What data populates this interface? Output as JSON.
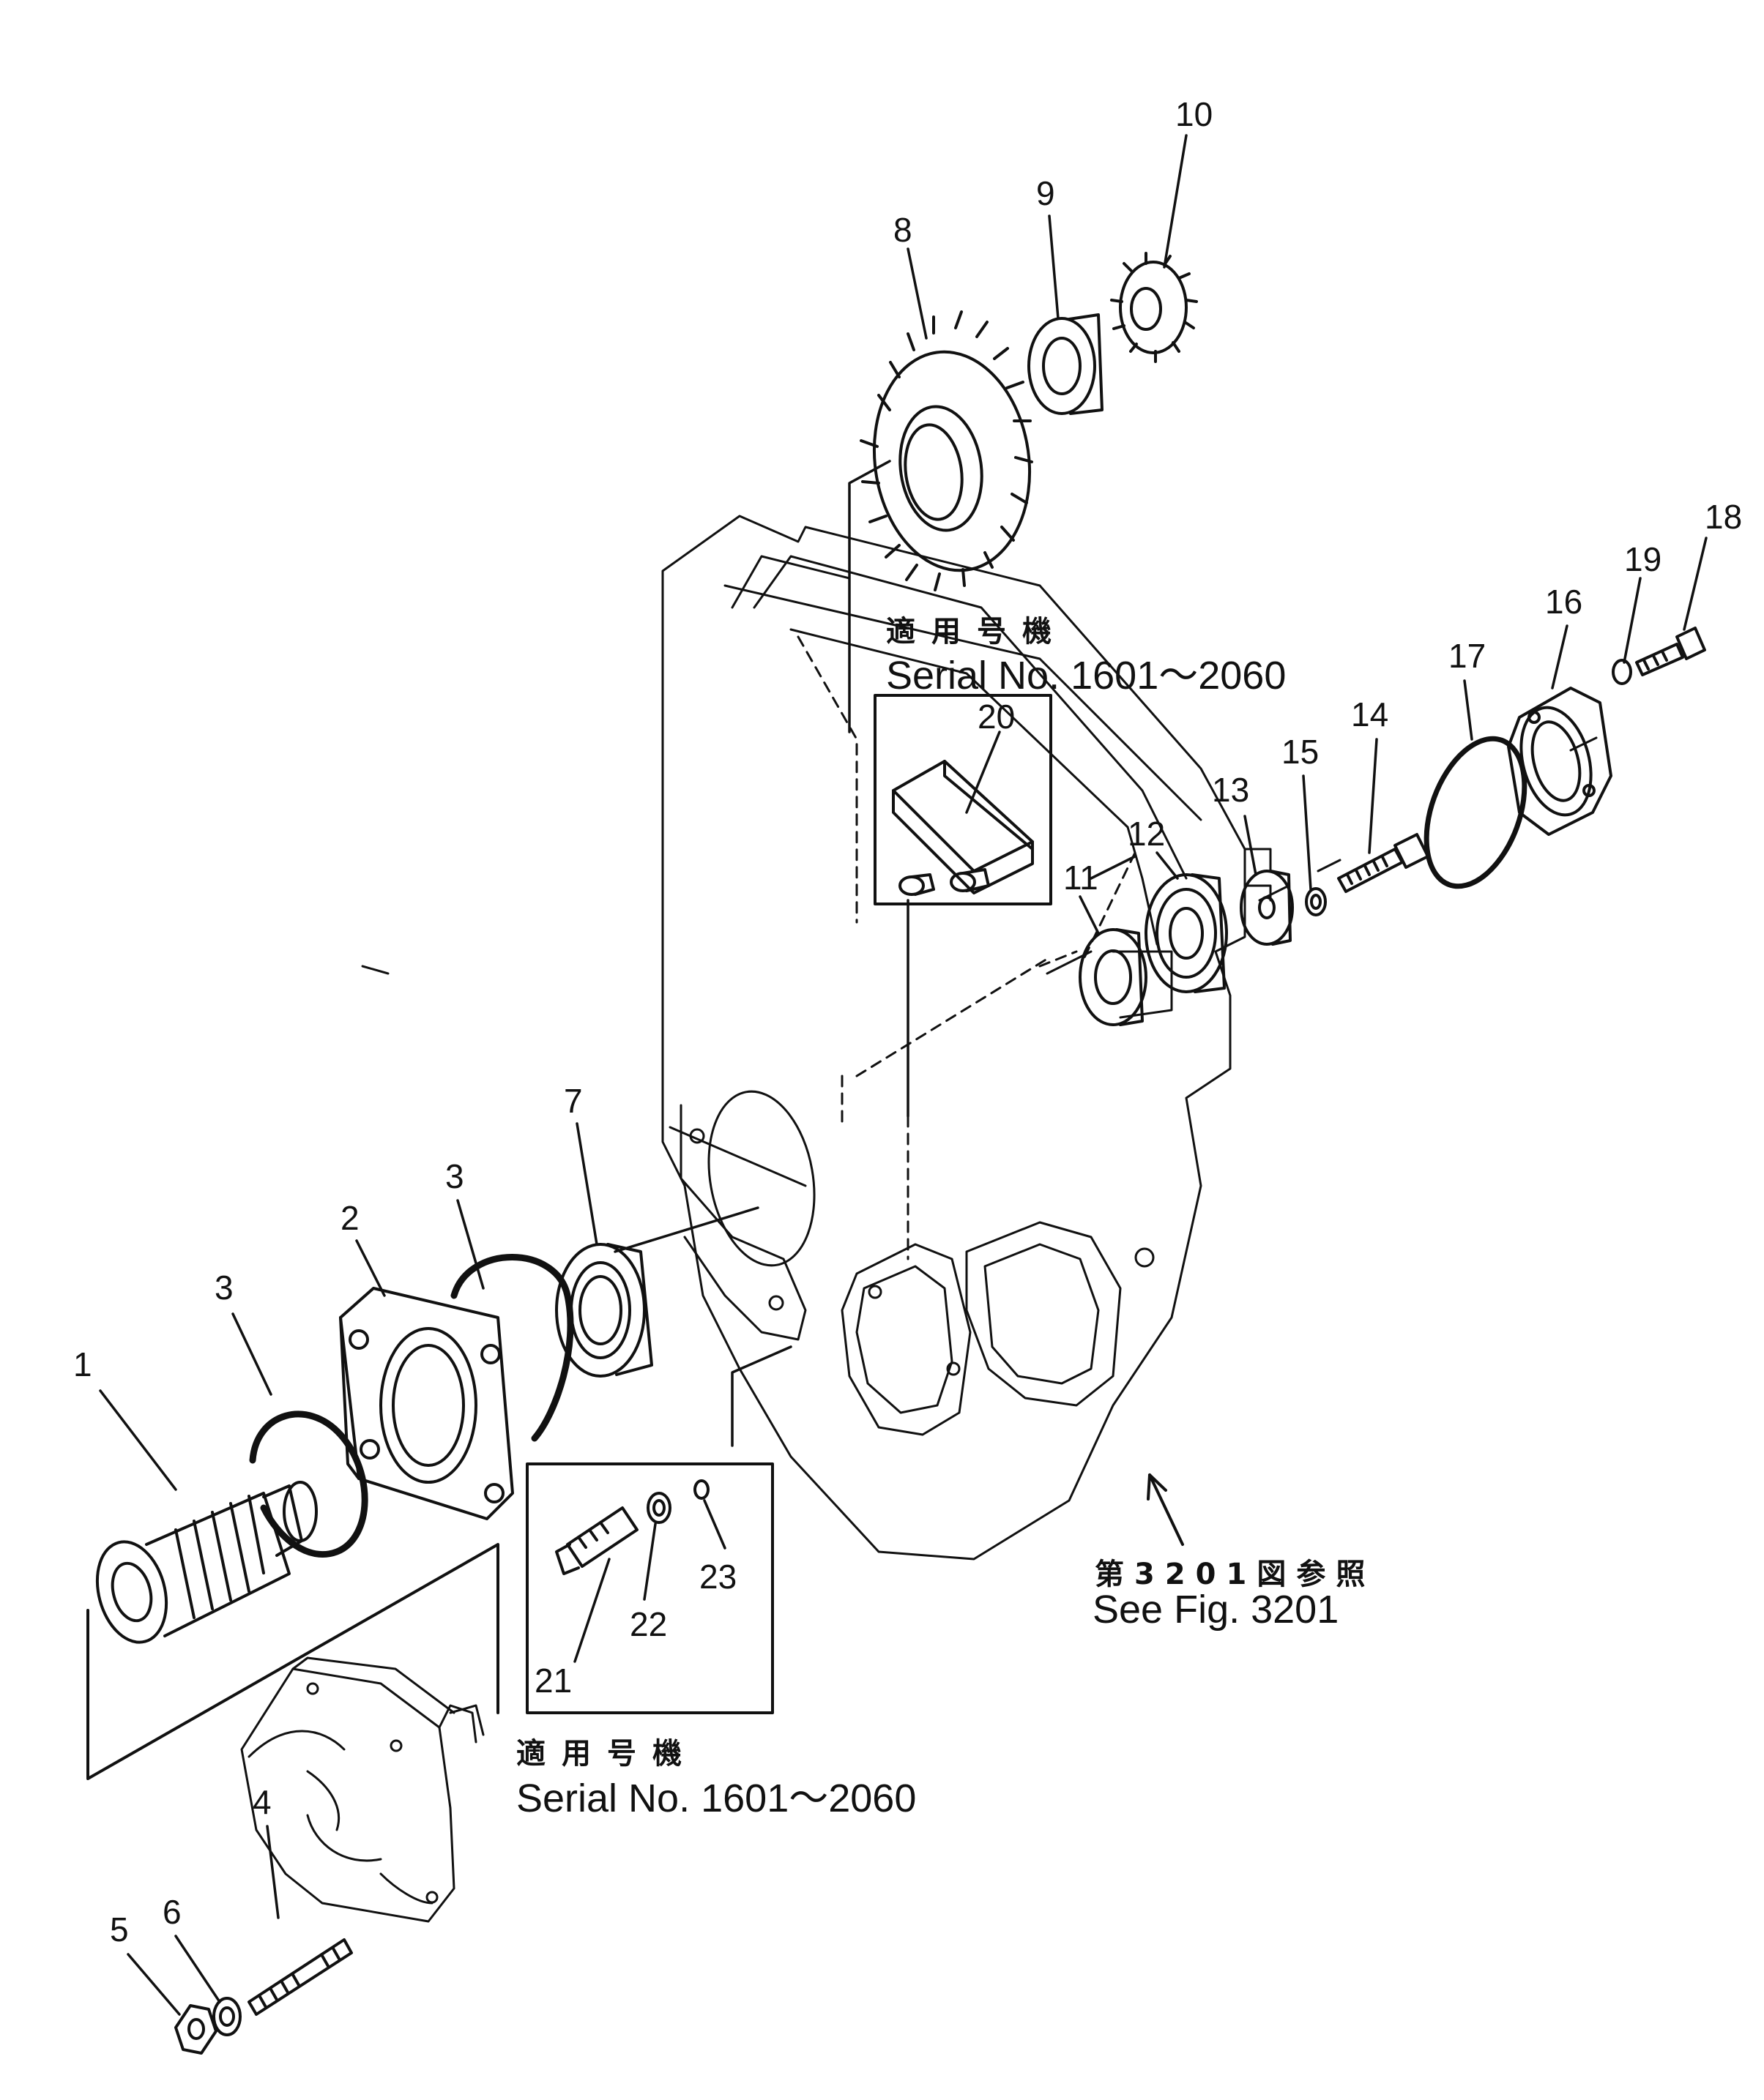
{
  "callouts": {
    "c1": "1",
    "c2": "2",
    "c3a": "3",
    "c3b": "3",
    "c4": "4",
    "c5": "5",
    "c6": "6",
    "c7": "7",
    "c8": "8",
    "c9": "9",
    "c10": "10",
    "c11": "11",
    "c12": "12",
    "c13": "13",
    "c14": "14",
    "c15": "15",
    "c16": "16",
    "c17": "17",
    "c18": "18",
    "c19": "19",
    "c20": "20",
    "c21": "21",
    "c22": "22",
    "c23": "23"
  },
  "notes": {
    "serial_upper_jp": "適用号機",
    "serial_upper_en": "Serial No. 1601～2060",
    "serial_lower_jp": "適用号機",
    "serial_lower_en": "Serial No. 1601～2060",
    "fig_ref_jp": "第3201図参照",
    "fig_ref_en": "See Fig. 3201"
  }
}
